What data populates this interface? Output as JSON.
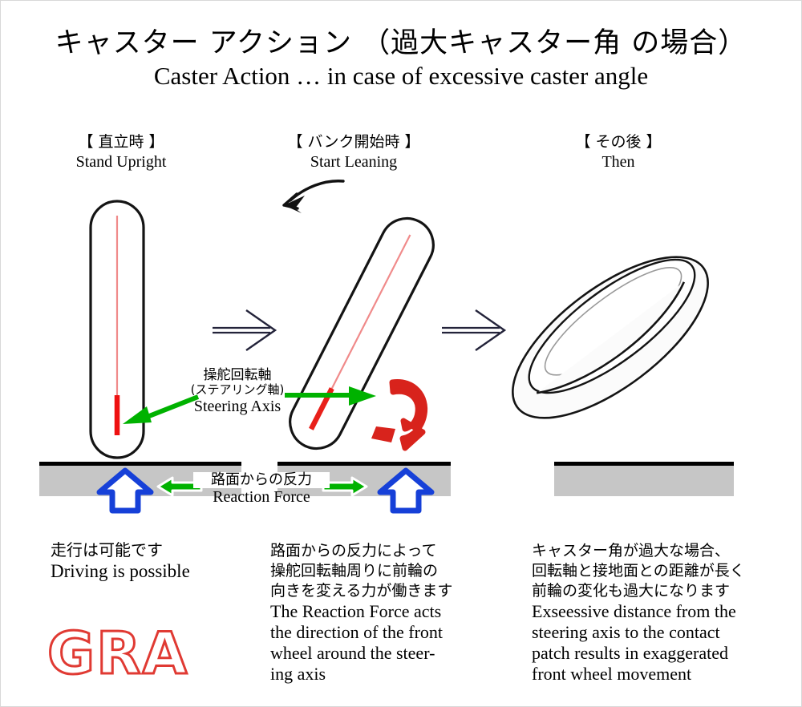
{
  "title": {
    "jp": "キャスター アクション （過大キャスター角 の場合）",
    "en": "Caster Action … in case of excessive caster angle"
  },
  "columns": [
    {
      "jp": "【 直立時 】",
      "en": "Stand Upright"
    },
    {
      "jp": "【 バンク開始時 】",
      "en": "Start Leaning"
    },
    {
      "jp": "【 その後 】",
      "en": "Then"
    }
  ],
  "annotations": {
    "steering_axis": {
      "jp_line1": "操舵回転軸",
      "jp_line2": "(ステアリング軸)",
      "en": "Steering Axis"
    },
    "reaction_force": {
      "jp": "路面からの反力",
      "en": "Reaction Force"
    }
  },
  "blocks": {
    "left": {
      "jp": [
        "走行は可能です"
      ],
      "en": [
        "Driving is possible"
      ]
    },
    "middle": {
      "jp": [
        "路面からの反力によって",
        "操舵回転軸周りに前輪の",
        "向きを変える力が働きます"
      ],
      "en": [
        "The Reaction Force acts",
        "the direction of the front",
        "wheel around the steer-",
        "ing axis"
      ]
    },
    "right": {
      "jp": [
        "キャスター角が過大な場合、",
        "回転軸と接地面との距離が長く",
        "前輪の変化も過大になります"
      ],
      "en": [
        "Exseessive distance from the",
        "steering axis to the contact",
        "patch results in exaggerated",
        "front wheel movement"
      ]
    }
  },
  "logo": {
    "text": "GRA"
  },
  "colors": {
    "road_band": "#c6c6c6",
    "road_line": "#000000",
    "axis_line": "#f08a8a",
    "axis_highlight": "#ee1111",
    "rotation_arrow": "#d8231c",
    "green_arrow": "#00b200",
    "blue_arrow": "#1640d8",
    "logo_stroke": "#e03a33",
    "tire_outline": "#141414"
  },
  "icons": {
    "transition_arrow": "double-line-right-arrow",
    "lean_hint_arrow": "curved-left-arrow",
    "rotation_arrow": "red-curved-rotation-arrow",
    "reaction_up_arrow": "blue-up-arrow",
    "pointer_arrow": "green-arrow"
  }
}
